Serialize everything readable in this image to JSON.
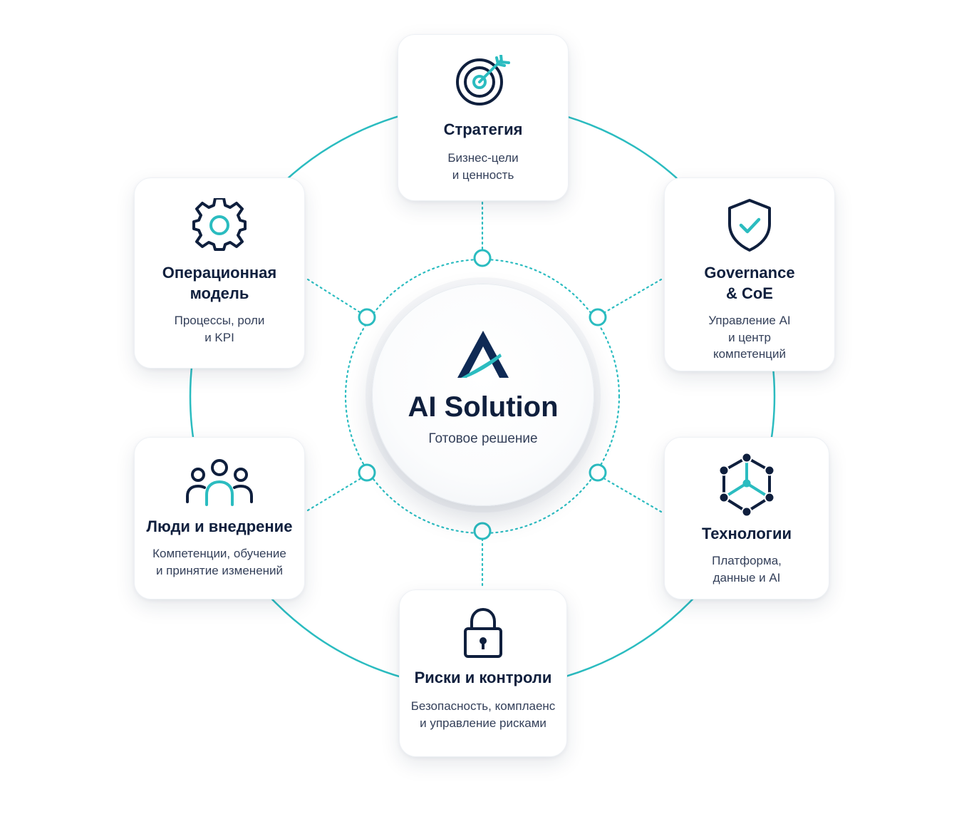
{
  "colors": {
    "navy": "#0f1f3d",
    "teal": "#2bbcc0",
    "text_muted": "#34405a",
    "card_bg": "#ffffff"
  },
  "center": {
    "title": "AI Solution",
    "subtitle": "Готовое решение",
    "logo": "ai-solution-logo"
  },
  "cards": {
    "strategy": {
      "icon": "target-icon",
      "title": "Стратегия",
      "desc": "Бизнес-цели\nи ценность"
    },
    "operations": {
      "icon": "gear-icon",
      "title": "Операционная\nмодель",
      "desc": "Процессы, роли\nи KPI"
    },
    "governance": {
      "icon": "shield-check-icon",
      "title": "Governance\n& CoE",
      "desc": "Управление AI\nи центр\nкомпетенций"
    },
    "people": {
      "icon": "people-icon",
      "title": "Люди и внедрение",
      "desc": "Компетенции, обучение\nи принятие изменений"
    },
    "tech": {
      "icon": "network-cube-icon",
      "title": "Технологии",
      "desc": "Платформа,\nданные и AI"
    },
    "risks": {
      "icon": "padlock-icon",
      "title": "Риски и контроли",
      "desc": "Безопасность, комплаенс\nи управление рисками"
    }
  }
}
